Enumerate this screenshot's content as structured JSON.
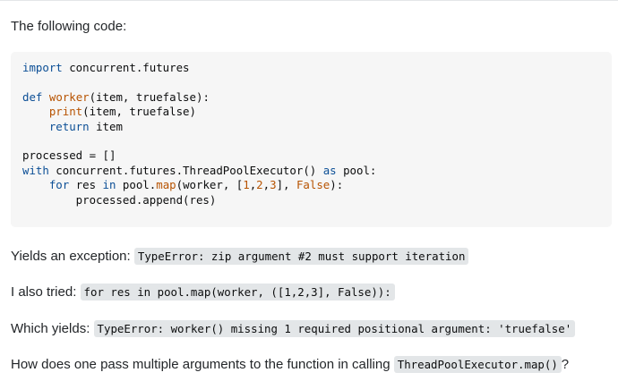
{
  "intro_text": "The following code:",
  "code": {
    "lines": [
      [
        {
          "t": "import",
          "c": "kw"
        },
        {
          "t": " concurrent.futures",
          "c": ""
        }
      ],
      [],
      [
        {
          "t": "def",
          "c": "kw"
        },
        {
          "t": " ",
          "c": ""
        },
        {
          "t": "worker",
          "c": "fn"
        },
        {
          "t": "(item, truefalse):",
          "c": ""
        }
      ],
      [
        {
          "t": "    ",
          "c": ""
        },
        {
          "t": "print",
          "c": "fn"
        },
        {
          "t": "(item, truefalse)",
          "c": ""
        }
      ],
      [
        {
          "t": "    ",
          "c": ""
        },
        {
          "t": "return",
          "c": "kw"
        },
        {
          "t": " item",
          "c": ""
        }
      ],
      [],
      [
        {
          "t": "processed = []",
          "c": ""
        }
      ],
      [
        {
          "t": "with",
          "c": "kw"
        },
        {
          "t": " concurrent.futures.ThreadPoolExecutor() ",
          "c": ""
        },
        {
          "t": "as",
          "c": "kw"
        },
        {
          "t": " pool:",
          "c": ""
        }
      ],
      [
        {
          "t": "    ",
          "c": ""
        },
        {
          "t": "for",
          "c": "kw"
        },
        {
          "t": " res ",
          "c": ""
        },
        {
          "t": "in",
          "c": "kw"
        },
        {
          "t": " pool.",
          "c": ""
        },
        {
          "t": "map",
          "c": "fn"
        },
        {
          "t": "(worker, [",
          "c": ""
        },
        {
          "t": "1",
          "c": "lit"
        },
        {
          "t": ",",
          "c": ""
        },
        {
          "t": "2",
          "c": "lit"
        },
        {
          "t": ",",
          "c": ""
        },
        {
          "t": "3",
          "c": "lit"
        },
        {
          "t": "], ",
          "c": ""
        },
        {
          "t": "False",
          "c": "lit"
        },
        {
          "t": "):",
          "c": ""
        }
      ],
      [
        {
          "t": "        processed.append(res)",
          "c": ""
        }
      ]
    ]
  },
  "para1": {
    "label": "Yields an exception:",
    "code": "TypeError: zip argument #2 must support iteration"
  },
  "para2": {
    "label": "I also tried:",
    "code": "for res in pool.map(worker, ([1,2,3], False)):"
  },
  "para3": {
    "label": "Which yields:",
    "code": "TypeError: worker() missing 1 required positional argument: 'truefalse'"
  },
  "para4": {
    "label": "How does one pass multiple arguments to the function in calling",
    "code": "ThreadPoolExecutor.map()",
    "suffix": "?"
  }
}
